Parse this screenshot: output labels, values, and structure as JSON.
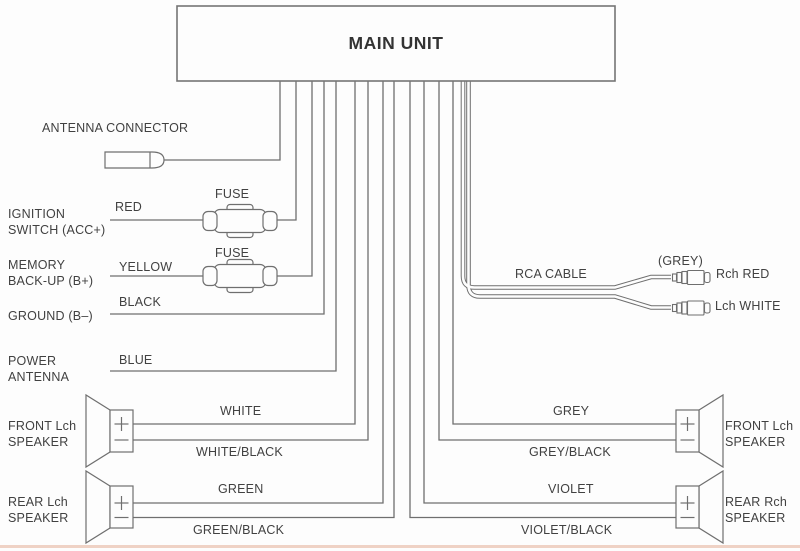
{
  "title": "MAIN UNIT",
  "antenna": {
    "label": "ANTENNA CONNECTOR"
  },
  "power_wires": [
    {
      "terminal": [
        "IGNITION",
        "SWITCH (ACC+)"
      ],
      "color": "RED",
      "fuse": "FUSE"
    },
    {
      "terminal": [
        "MEMORY",
        "BACK-UP (B+)"
      ],
      "color": "YELLOW",
      "fuse": "FUSE"
    },
    {
      "terminal": [
        "GROUND (B–)"
      ],
      "color": "BLACK"
    },
    {
      "terminal": [
        "POWER",
        "ANTENNA"
      ],
      "color": "BLUE"
    }
  ],
  "rca": {
    "cable": "RCA CABLE",
    "sheath": "(GREY)",
    "plugs": [
      "Rch RED",
      "Lch WHITE"
    ]
  },
  "speakers": [
    {
      "name": [
        "FRONT Lch",
        "SPEAKER"
      ],
      "plus_wire": "WHITE",
      "minus_wire": "WHITE/BLACK"
    },
    {
      "name": [
        "REAR Lch",
        "SPEAKER"
      ],
      "plus_wire": "GREEN",
      "minus_wire": "GREEN/BLACK"
    },
    {
      "name": [
        "FRONT Lch",
        "SPEAKER"
      ],
      "plus_wire": "GREY",
      "minus_wire": "GREY/BLACK"
    },
    {
      "name": [
        "REAR Rch",
        "SPEAKER"
      ],
      "plus_wire": "VIOLET",
      "minus_wire": "VIOLET/BLACK"
    }
  ],
  "colors": {
    "wire": "#6f6f6f",
    "text": "#414141",
    "box_border": "#757575"
  }
}
